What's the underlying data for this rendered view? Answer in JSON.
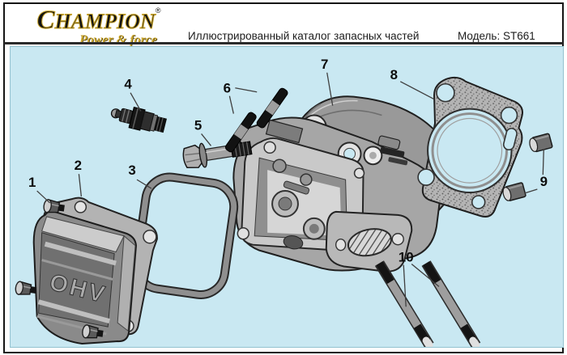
{
  "page": {
    "background": "#ffffff",
    "border_color": "#151515"
  },
  "header": {
    "logo": {
      "brand": "CHAMPION",
      "registered": "®",
      "tagline": "Power & force",
      "gold": "#c9a52c"
    },
    "title": "Иллюстрированный каталог запасных частей",
    "model_label": "Модель: ST661"
  },
  "diagram": {
    "background_color": "#c9e8f2",
    "embossed_text": "OHV",
    "parts": [
      {
        "callout": "1",
        "name": "valve-cover-bolts"
      },
      {
        "callout": "2",
        "name": "valve-cover"
      },
      {
        "callout": "3",
        "name": "valve-cover-gasket"
      },
      {
        "callout": "4",
        "name": "spark-plug"
      },
      {
        "callout": "5",
        "name": "flange-bolt"
      },
      {
        "callout": "6",
        "name": "push-rods"
      },
      {
        "callout": "7",
        "name": "cylinder-head"
      },
      {
        "callout": "8",
        "name": "head-gasket"
      },
      {
        "callout": "9",
        "name": "dowel-pins"
      },
      {
        "callout": "10",
        "name": "head-studs"
      }
    ]
  }
}
